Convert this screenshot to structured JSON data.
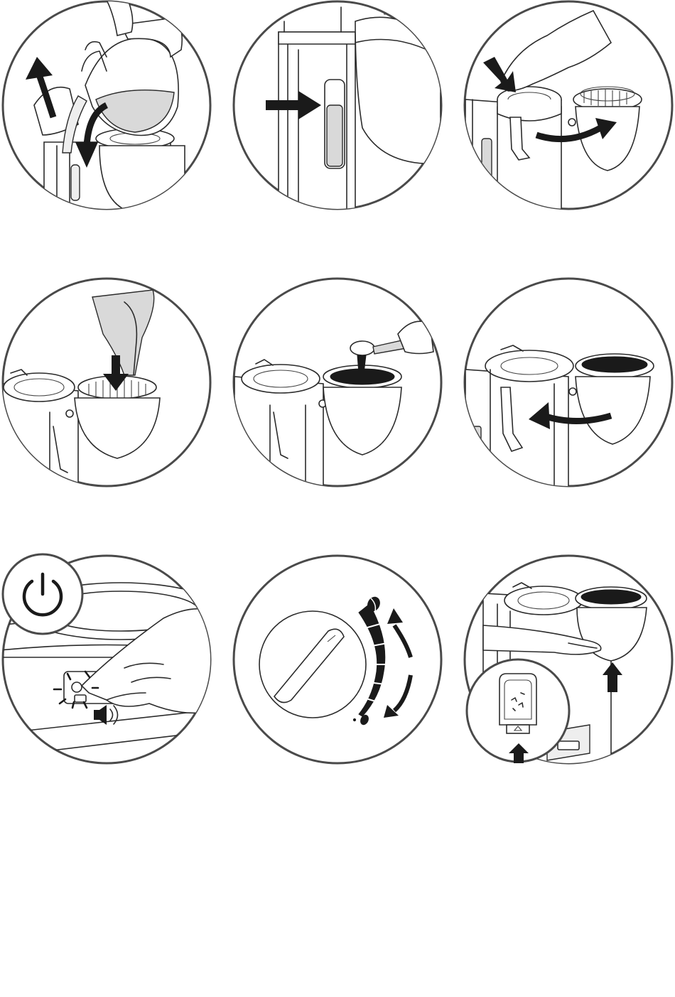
{
  "panels": [
    {
      "id": "step-1",
      "depicts": "pour-water-into-tank"
    },
    {
      "id": "step-2",
      "depicts": "water-level-window"
    },
    {
      "id": "step-3",
      "depicts": "swing-out-filter-holder"
    },
    {
      "id": "step-4",
      "depicts": "insert-paper-filter"
    },
    {
      "id": "step-5",
      "depicts": "add-ground-coffee"
    },
    {
      "id": "step-6",
      "depicts": "swing-filter-holder-back"
    },
    {
      "id": "step-7",
      "depicts": "press-power-button"
    },
    {
      "id": "step-8",
      "depicts": "aroma-strength-dial"
    },
    {
      "id": "step-9",
      "depicts": "remove-filter-holder"
    }
  ],
  "colors": {
    "outline": "#4a4a4a",
    "ink": "#1a1a1a",
    "water": "#d9d9d9",
    "background": "#ffffff"
  },
  "icons": [
    "power-icon",
    "speaker-icon",
    "coffee-bean-icon"
  ]
}
